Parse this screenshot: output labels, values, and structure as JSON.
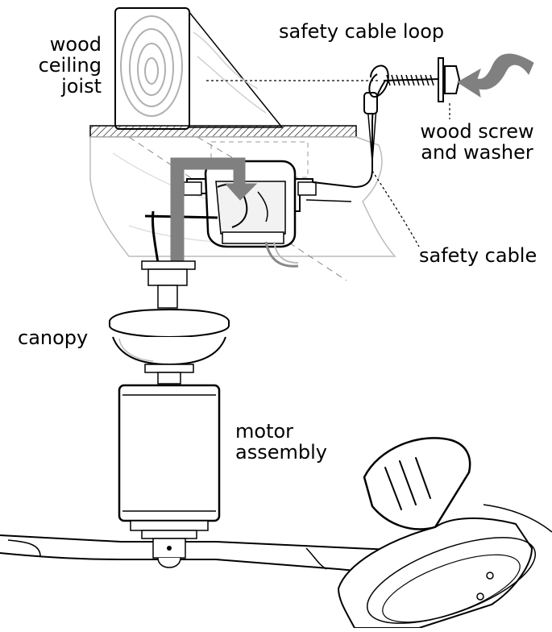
{
  "labels": {
    "joist": [
      "wood",
      "ceiling",
      "joist"
    ],
    "safety_cable_loop": "safety cable loop",
    "wood_screw": [
      "wood screw",
      "and washer"
    ],
    "safety_cable": "safety cable",
    "canopy": "canopy",
    "motor_assembly": [
      "motor",
      "assembly"
    ]
  },
  "colors": {
    "line": "#000000",
    "arrow_gray": "#7f7f7f",
    "light_gray": "#c8c8c8",
    "mid_gray": "#a0a0a0",
    "fill_light": "#efefef",
    "fill_white": "#ffffff"
  }
}
